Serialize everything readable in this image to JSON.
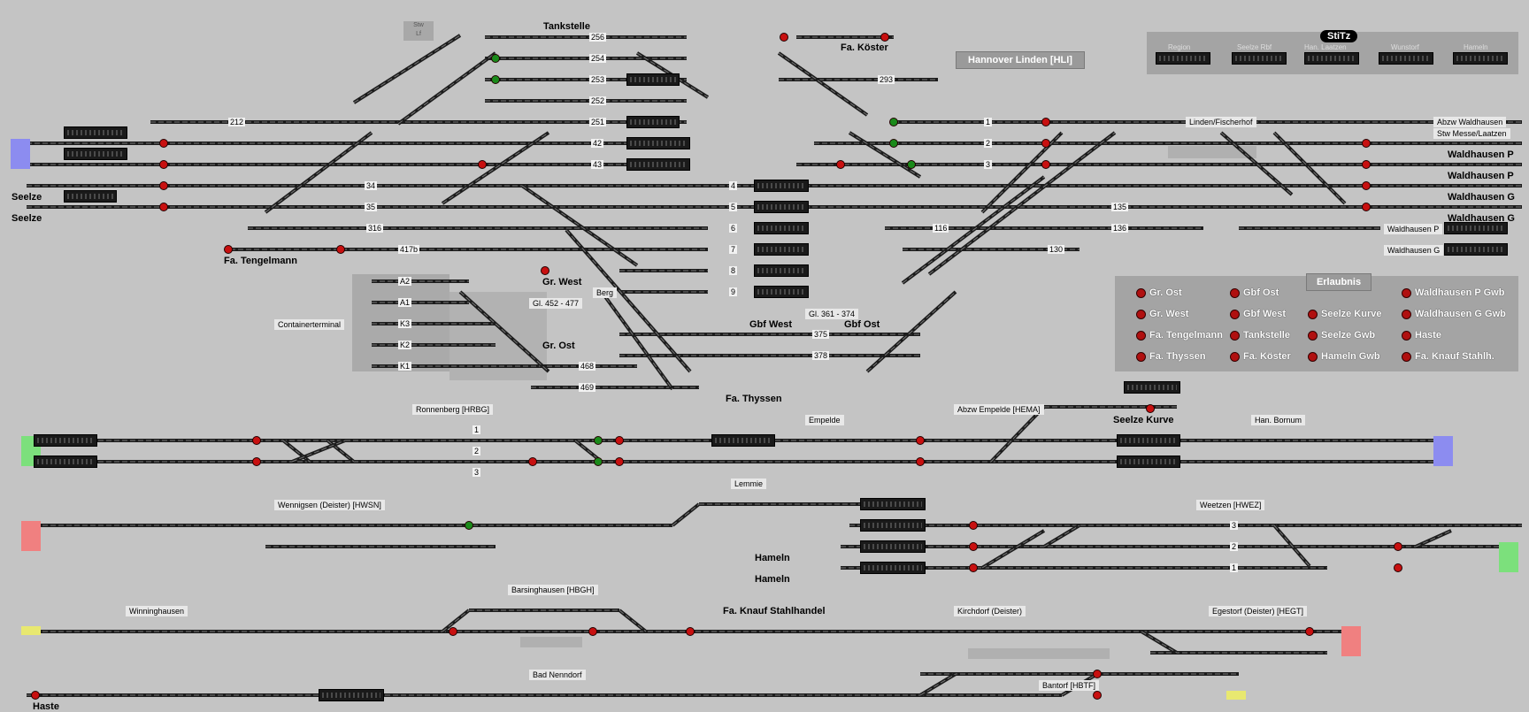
{
  "title": "Hannover Linden [HLI]",
  "stw": {
    "l1": "Stw",
    "l2": "Lf"
  },
  "stitz": {
    "label": "StiTz",
    "columns": [
      "Region",
      "Seelze Rbf",
      "Han. Laatzen",
      "Wunstorf",
      "Hameln"
    ]
  },
  "erlaubnis": {
    "header": "Erlaubnis",
    "items": [
      "Gr. Ost",
      "Gr. West",
      "Fa. Tengelmann",
      "Fa. Thyssen",
      "Gbf Ost",
      "Gbf West",
      "Tankstelle",
      "Fa. Köster",
      "Seelze Kurve",
      "Seelze Gwb",
      "Hameln Gwb",
      "Waldhausen P Gwb",
      "Waldhausen G Gwb",
      "Haste",
      "Fa. Knauf Stahlh."
    ]
  },
  "stations": {
    "tankstelle": "Tankstelle",
    "koester": "Fa. Köster",
    "seelze1": "Seelze",
    "seelze2": "Seelze",
    "tengelmann": "Fa. Tengelmann",
    "gr_west": "Gr. West",
    "gr_ost": "Gr. Ost",
    "gbf_west": "Gbf West",
    "gbf_ost": "Gbf Ost",
    "thyssen": "Fa. Thyssen",
    "waldhausen_p1": "Waldhausen P",
    "waldhausen_p2": "Waldhausen P",
    "waldhausen_g1": "Waldhausen G",
    "waldhausen_g2": "Waldhausen G",
    "seelze_kurve": "Seelze Kurve",
    "hameln1": "Hameln",
    "hameln2": "Hameln",
    "knauf": "Fa. Knauf Stahlhandel",
    "haste": "Haste"
  },
  "areas": {
    "linden_fischerhof": "Linden/Fischerhof",
    "abzw_waldhausen": "Abzw Waldhausen",
    "stw_messe": "Stw Messe/Laatzen",
    "ronnenberg": "Ronnenberg [HRBG]",
    "empelde": "Empelde",
    "abzw_empelde": "Abzw Empelde [HEMA]",
    "han_bornum": "Han. Bornum",
    "lemmie": "Lemmie",
    "wennigsen": "Wennigsen (Deister) [HWSN]",
    "weetzen": "Weetzen [HWEZ]",
    "winninghausen": "Winninghausen",
    "barsinghausen": "Barsinghausen [HBGH]",
    "kirchdorf": "Kirchdorf (Deister)",
    "egestorf": "Egestorf (Deister) [HEGT]",
    "bad_nenndorf": "Bad Nenndorf",
    "bantorf": "Bantorf [HBTF]",
    "containerterminal": "Containerterminal",
    "berg": "Berg",
    "gl452": "Gl. 452 - 477",
    "gl361": "Gl. 361 - 374",
    "waldhausen_p_small": "Waldhausen P",
    "waldhausen_g_small": "Waldhausen G"
  },
  "tracks": {
    "t256": "256",
    "t254": "254",
    "t253": "253",
    "t252": "252",
    "t251": "251",
    "t42": "42",
    "t43": "43",
    "t212": "212",
    "t34": "34",
    "t35": "35",
    "t316": "316",
    "t417b": "417b",
    "t4": "4",
    "t5": "5",
    "t6": "6",
    "t7": "7",
    "t8": "8",
    "t9": "9",
    "t293": "293",
    "t1a": "1",
    "t2a": "2",
    "t3a": "3",
    "t116": "116",
    "t130": "130",
    "t135": "135",
    "t136": "136",
    "tA2": "A2",
    "tA1": "A1",
    "tK3": "K3",
    "tK2": "K2",
    "tK1": "K1",
    "t468": "468",
    "t469": "469",
    "t375": "375",
    "t378": "378",
    "tR1": "1",
    "tR2": "2",
    "tR3": "3",
    "tW3": "3",
    "tW2": "2",
    "tW1": "1"
  },
  "colors": {
    "background": "#c4c4c4",
    "track": "#1c1c1c",
    "signal_red": "#c81010",
    "signal_green": "#1a8a1a",
    "edge_blue": "#8c8cf0",
    "edge_green": "#7ce07c",
    "edge_red": "#f08080",
    "edge_yellow": "#e8e870"
  }
}
